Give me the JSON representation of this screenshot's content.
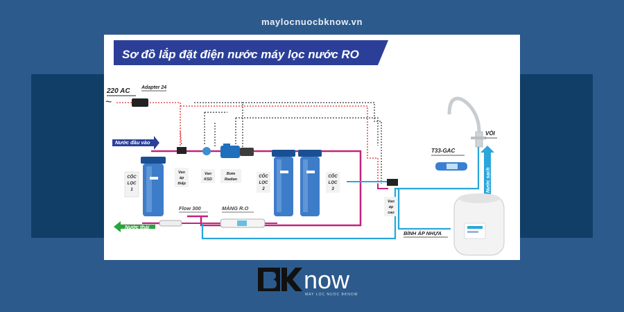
{
  "site_url": "maylocnuocbknow.vn",
  "diagram": {
    "title": "Sơ đồ lắp đặt điện nước máy lọc nước RO",
    "labels": {
      "power": "220 AC",
      "adapter": "Adapter 24",
      "water_in": "Nước đầu vào",
      "waste_water": "Nước thải",
      "filter1": [
        "CỐC",
        "LỌC",
        "1"
      ],
      "filter2": [
        "CỐC",
        "LỌC",
        "2"
      ],
      "filter3": [
        "CỐC",
        "LỌC",
        "3"
      ],
      "low_pressure_valve": [
        "Van",
        "áp",
        "thấp"
      ],
      "ksd_valve": [
        "Van",
        "KSD"
      ],
      "pump": [
        "Bơm",
        "Radian"
      ],
      "flow": "Flow 300",
      "membrane": "MÀNG R.O",
      "high_pressure_valve": [
        "Van",
        "áp",
        "cao"
      ],
      "t33": "T33-GAC",
      "faucet": "VÒI",
      "clean_water": "Nước sạch",
      "tank": "BÌNH ÁP NHỰA"
    }
  },
  "logo": {
    "mark": "BK",
    "word": "now",
    "tagline": "MAY LOC NUOC BKNOW"
  },
  "colors": {
    "pink_line": "#c2237d",
    "blue_line": "#2aa6db",
    "red_dotted": "#e02a2a",
    "black_dotted": "#333333",
    "title_band": "#2b3f99"
  }
}
